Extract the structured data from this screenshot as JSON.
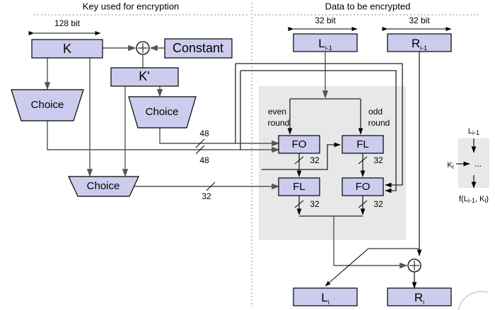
{
  "sections": {
    "left_title": "Key used for encryption",
    "right_title": "Data to be encrypted"
  },
  "colors": {
    "node_fill": "#ccccee",
    "node_stroke": "#000000",
    "gray_region": "#e8e8e8",
    "wire": "#555555",
    "background": "#ffffff"
  },
  "key_side": {
    "width_label": "128 bit",
    "k_box": "K",
    "constant_box": "Constant",
    "kprime_box": "K'",
    "choice_top_left": "Choice",
    "choice_top_right": "Choice",
    "choice_bottom": "Choice",
    "bus_labels": {
      "bus48_upper": "48",
      "bus48_lower": "48",
      "bus32": "32"
    }
  },
  "data_side": {
    "left_width_label": "32 bit",
    "right_width_label": "32 bit",
    "input_left": "L",
    "input_left_sub": "i-1",
    "input_right": "R",
    "input_right_sub": "i-1",
    "even_round_line1": "even",
    "even_round_line2": "round",
    "odd_round_line1": "odd",
    "odd_round_line2": "round",
    "blocks": {
      "even_top": "FO",
      "odd_top": "FL",
      "even_bottom": "FL",
      "odd_bottom": "FO"
    },
    "bus_labels": {
      "even_top_out": "32",
      "odd_top_out": "32",
      "even_bottom_out": "32",
      "odd_bottom_out": "32"
    },
    "output_left": "L",
    "output_left_sub": "i",
    "output_right": "R",
    "output_right_sub": "i"
  },
  "legend": {
    "input": "L",
    "input_sub": "i-1",
    "key": "K",
    "key_sub": "i",
    "body": "...",
    "output_prefix": "f(L",
    "output_sub1": "i-1",
    "output_mid": ", K",
    "output_sub2": "i",
    "output_suffix": ")"
  }
}
